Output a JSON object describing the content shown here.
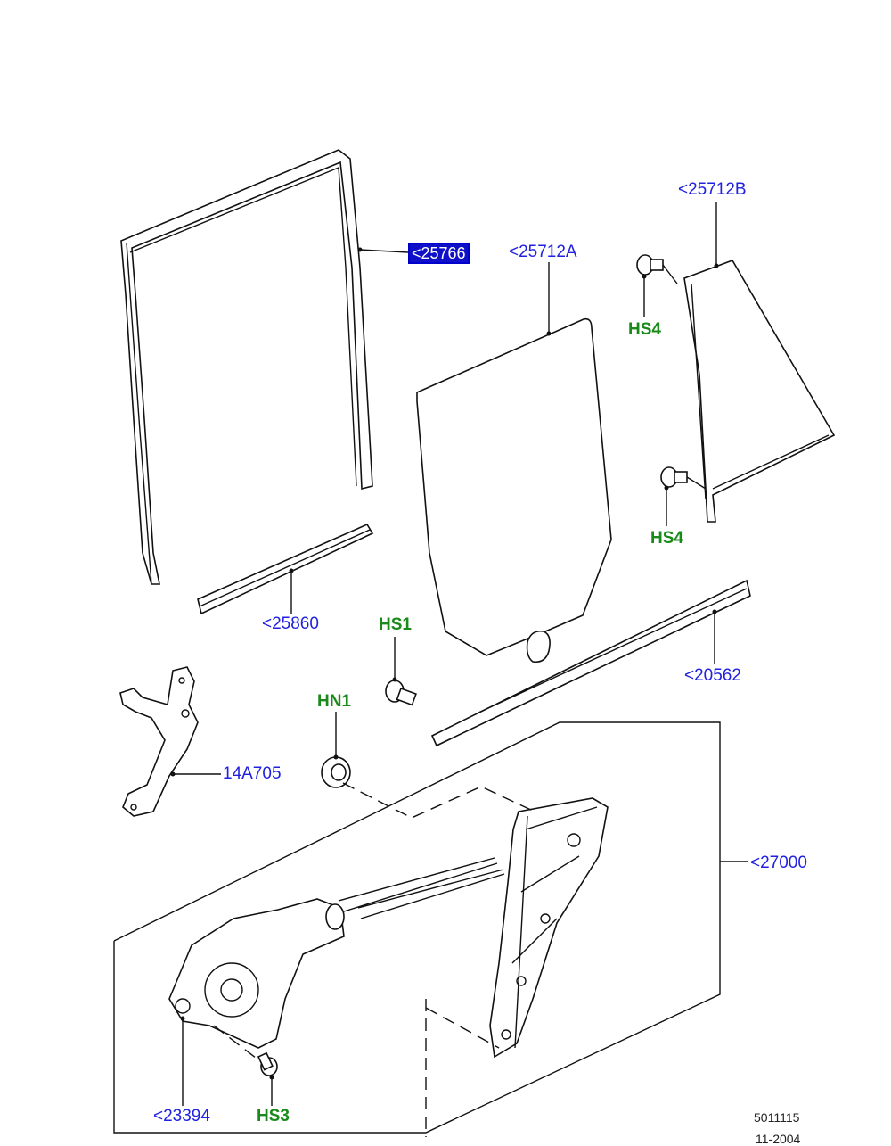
{
  "callouts": {
    "run_channel": "<25766",
    "glass_rear": "<25712A",
    "glass_quarter": "<25712B",
    "hs4_top": "HS4",
    "hs4_bottom": "HS4",
    "belt_inner": "<25860",
    "hs1": "HS1",
    "belt_outer": "<20562",
    "hn1": "HN1",
    "bracket": "14A705",
    "regulator": "<27000",
    "motor": "<23394",
    "hs3": "HS3"
  },
  "footer": {
    "drawing_number": "5011115",
    "date": "11-2004"
  },
  "colors": {
    "part_callout": "#2121e0",
    "hardware_callout": "#1a8a1a",
    "selected_callout_bg": "#1010c8"
  }
}
